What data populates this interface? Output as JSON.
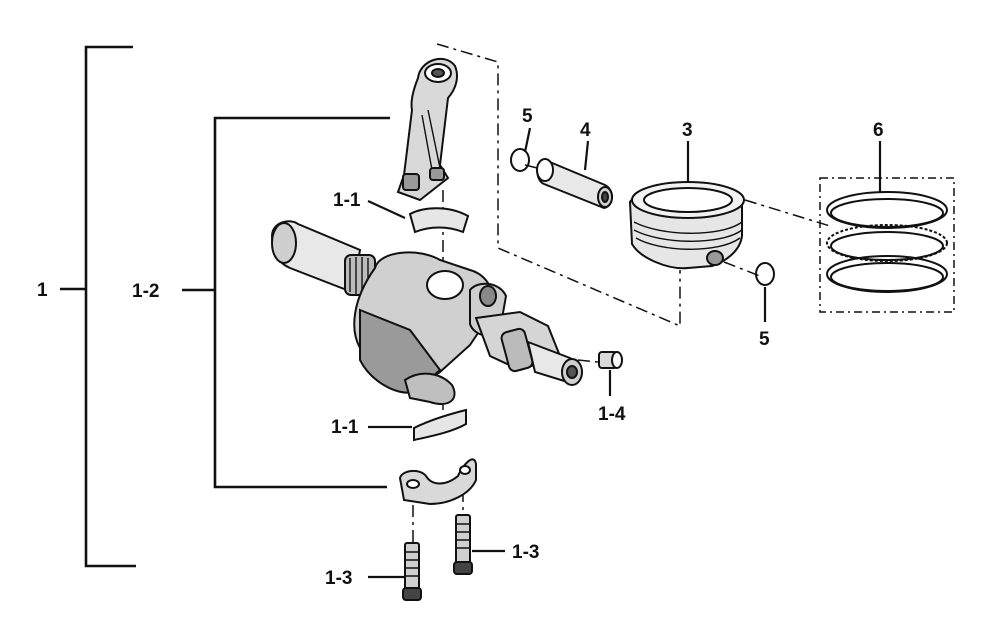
{
  "labels": {
    "assembly": "1",
    "crankshaft_assembly": "1-2",
    "bearing_upper": "1-1",
    "bearing_lower": "1-1",
    "bolt_right": "1-3",
    "bolt_left": "1-3",
    "bushing": "1-4",
    "piston": "3",
    "piston_pin": "4",
    "circlip_top": "5",
    "circlip_bottom": "5",
    "ring_set": "6"
  }
}
